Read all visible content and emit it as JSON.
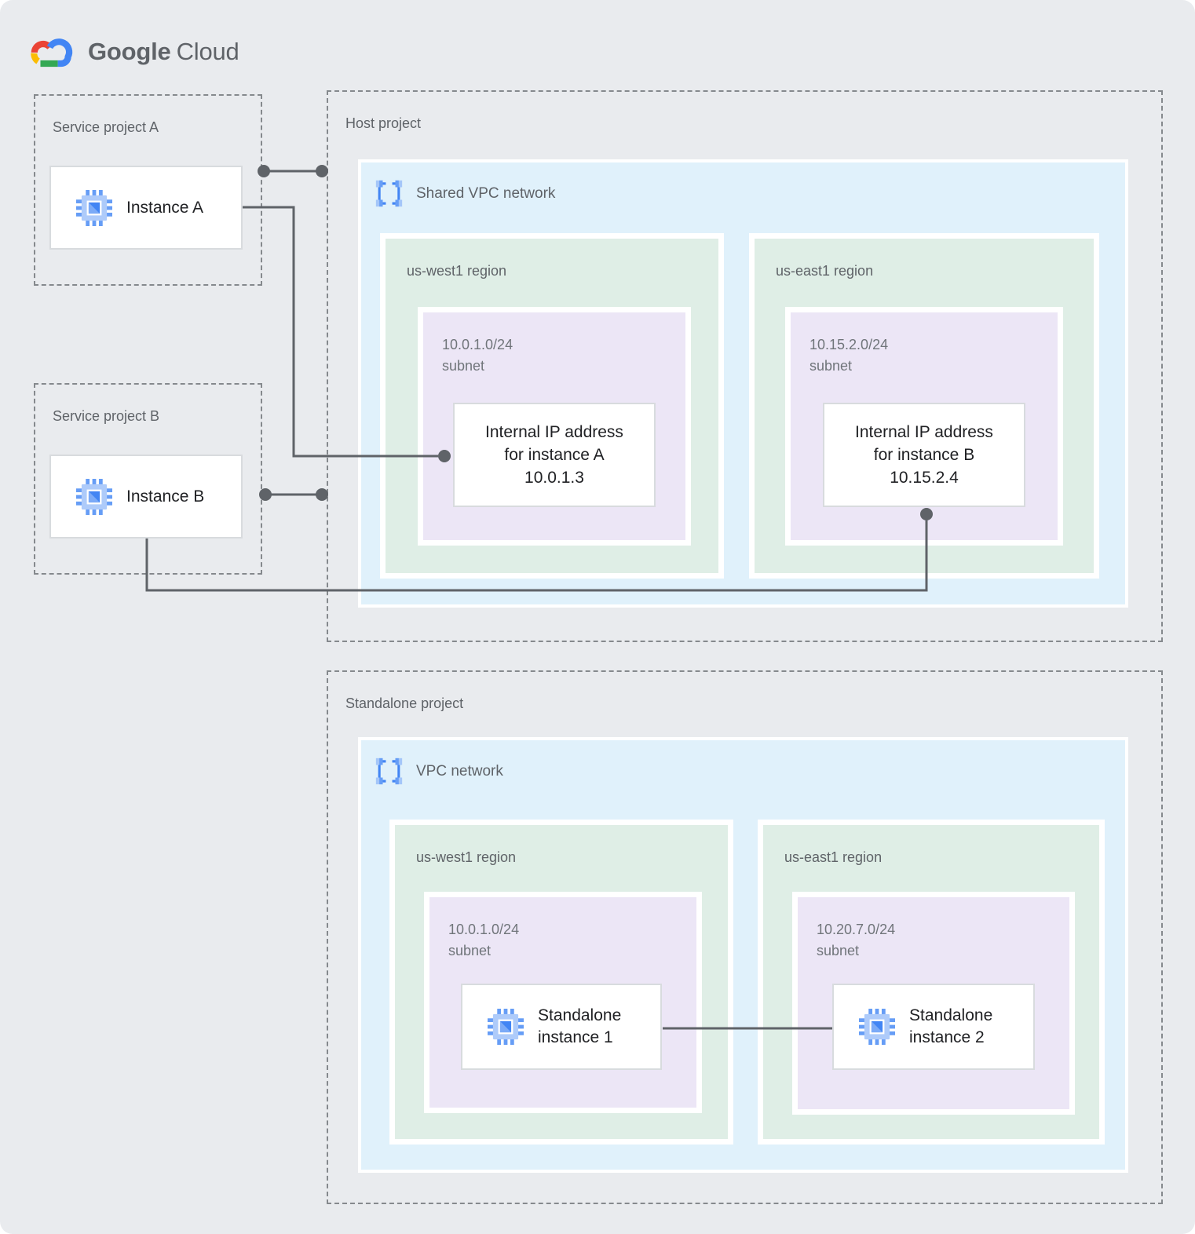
{
  "logo": {
    "brand_primary": "Google",
    "brand_secondary": "Cloud"
  },
  "colors": {
    "bg": "#E9EBEE",
    "network_blue": "#E0F1FB",
    "region_green": "#DFEEE6",
    "subnet_purple": "#ECE6F6",
    "card_border": "#D8DBDE",
    "dashed_border": "#85898D",
    "label_gray": "#5F6368",
    "subnet_label_gray": "#70757A",
    "text_dark": "#202124",
    "connector": "#5F6368",
    "google_blue": "#4285F4",
    "google_red": "#EA4335",
    "google_yellow": "#FBBC04",
    "google_green": "#34A853"
  },
  "service_project_a": {
    "title": "Service project A",
    "instance_label": "Instance A"
  },
  "service_project_b": {
    "title": "Service project B",
    "instance_label": "Instance B"
  },
  "host_project": {
    "title": "Host project",
    "network_label": "Shared VPC network",
    "regions": [
      {
        "name": "us-west1 region",
        "subnet_cidr": "10.0.1.0/24",
        "subnet_label": "subnet",
        "card_line1": "Internal IP address",
        "card_line2": "for instance A",
        "card_line3": "10.0.1.3"
      },
      {
        "name": "us-east1 region",
        "subnet_cidr": "10.15.2.0/24",
        "subnet_label": "subnet",
        "card_line1": "Internal IP address",
        "card_line2": "for instance B",
        "card_line3": "10.15.2.4"
      }
    ]
  },
  "standalone_project": {
    "title": "Standalone project",
    "network_label": "VPC network",
    "regions": [
      {
        "name": "us-west1 region",
        "subnet_cidr": "10.0.1.0/24",
        "subnet_label": "subnet",
        "card_line1": "Standalone",
        "card_line2": "instance 1"
      },
      {
        "name": "us-east1 region",
        "subnet_cidr": "10.20.7.0/24",
        "subnet_label": "subnet",
        "card_line1": "Standalone",
        "card_line2": "instance 2"
      }
    ]
  }
}
